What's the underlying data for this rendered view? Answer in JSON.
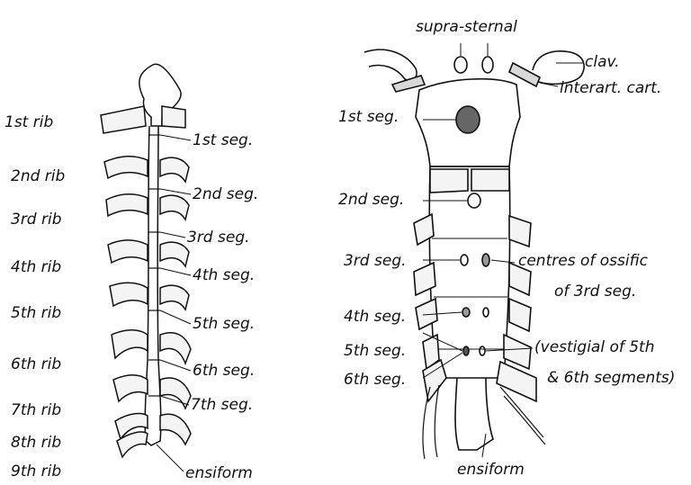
{
  "left_figure": {
    "rib_labels": [
      "1st rib",
      "2nd rib",
      "3rd rib",
      "4th rib",
      "5th rib",
      "6th rib",
      "7th rib",
      "8th rib",
      "9th rib"
    ],
    "segment_labels": [
      "1st seg.",
      "2nd seg.",
      "3rd seg.",
      "4th seg.",
      "5th seg.",
      "6th seg.",
      "7th seg.",
      "ensiform"
    ]
  },
  "right_figure": {
    "top_labels": [
      "supra-sternal",
      "clav.",
      "interart. cart."
    ],
    "segment_labels": [
      "1st seg.",
      "2nd seg.",
      "3rd seg.",
      "4th seg.",
      "5th seg.",
      "6th seg."
    ],
    "ossific_note": [
      "centres of ossific",
      "of 3rd seg."
    ],
    "vestigial_note": [
      "(vestigial of 5th",
      "& 6th segments)"
    ],
    "ensiform_label": "ensiform"
  },
  "colors": {
    "ink": "#111111",
    "background": "#ffffff"
  }
}
